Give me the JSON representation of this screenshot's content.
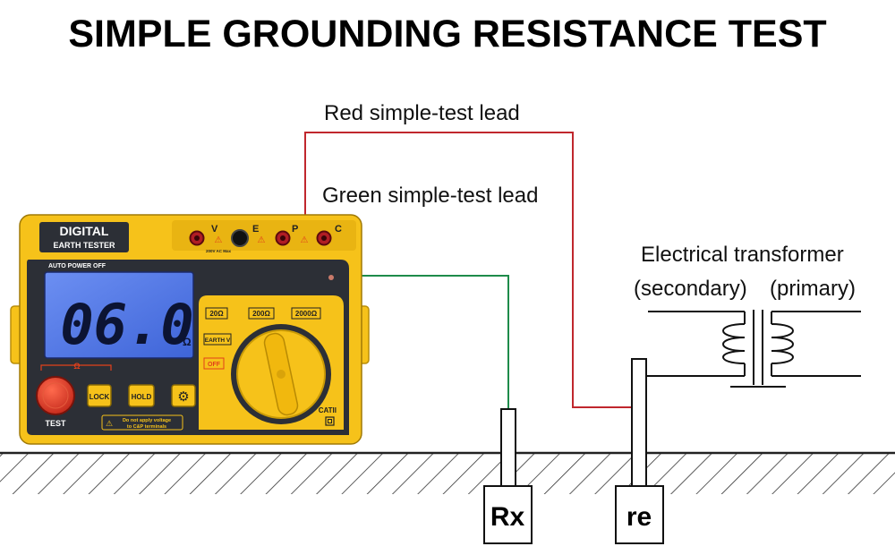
{
  "title": "SIMPLE GROUNDING RESISTANCE TEST",
  "labels": {
    "red_lead": "Red simple-test lead",
    "green_lead": "Green simple-test lead",
    "transformer": "Electrical transformer",
    "secondary": "(secondary)",
    "primary": "(primary)",
    "rx": "Rx",
    "re": "re"
  },
  "meter": {
    "brand_line1": "DIGITAL",
    "brand_line2": "EARTH TESTER",
    "auto_power_off": "AUTO POWER OFF",
    "display_value": "06.0",
    "display_unit": "Ω",
    "terminals": {
      "v": "V",
      "e": "E",
      "p": "P",
      "c": "C"
    },
    "warning_voltage": "200V AC Max",
    "ranges": {
      "r20": "20Ω",
      "r200": "200Ω",
      "r2000": "2000Ω"
    },
    "earth_v": "EARTH V",
    "off": "OFF",
    "omega": "Ω",
    "test_label": "TEST",
    "lock_label": "LOCK",
    "hold_label": "HOLD",
    "caution": "Do not apply voltage",
    "caution2": "to C&P terminals",
    "cat": "CATII"
  },
  "colors": {
    "red_lead": "#c0272d",
    "green_lead": "#1e8b4a",
    "meter_yellow": "#f6c21a",
    "meter_dark": "#2c2f36",
    "lcd_blue": "#5a7fe8"
  }
}
